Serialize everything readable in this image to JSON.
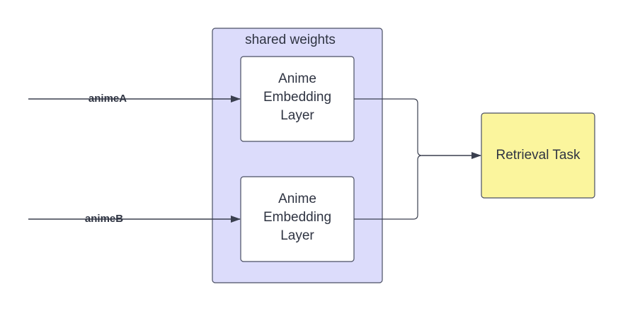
{
  "container": {
    "title": "shared weights",
    "fill": "#dcdcfb",
    "stroke": "#4a4f63"
  },
  "nodes": {
    "embedding_a": {
      "lines": [
        "Anime",
        "Embedding",
        "Layer"
      ]
    },
    "embedding_b": {
      "lines": [
        "Anime",
        "Embedding",
        "Layer"
      ]
    },
    "retrieval": {
      "label": "Retrieval Task",
      "fill": "#fbf59d"
    }
  },
  "inputs": {
    "a": {
      "label": "animeA"
    },
    "b": {
      "label": "animeB"
    }
  },
  "colors": {
    "line": "#3a3f4f",
    "node_fill": "#ffffff",
    "text": "#2f3442"
  }
}
